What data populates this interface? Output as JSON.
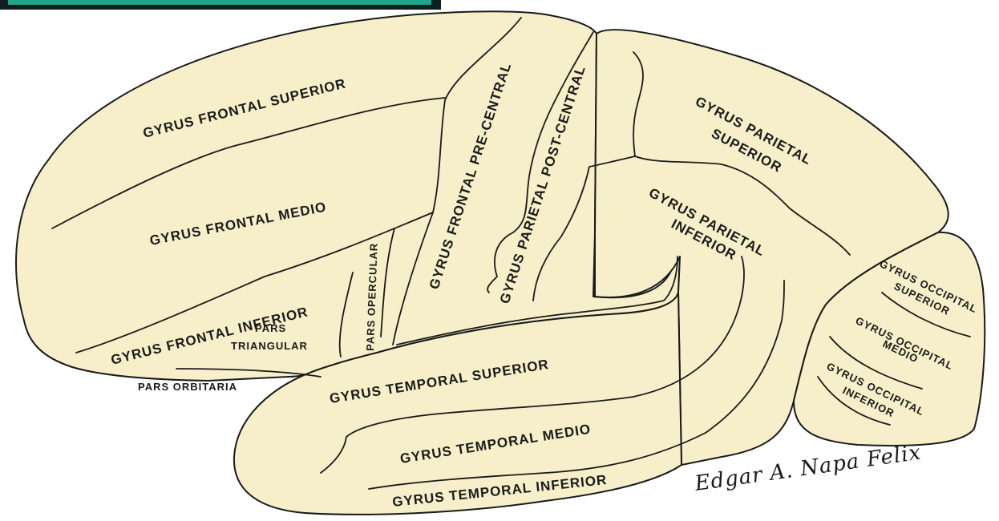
{
  "colors": {
    "lobe_fill": "#f7efc9",
    "outline": "#1a1a1a",
    "header_bar": "#0d1f1f",
    "header_accent": "#1fa58a"
  },
  "labels": {
    "frontal_superior": "GYRUS FRONTAL SUPERIOR",
    "frontal_medio": "GYRUS FRONTAL MEDIO",
    "frontal_inferior": "GYRUS FRONTAL INFERIOR",
    "pars_triangular_1": "PARS",
    "pars_triangular_2": "TRIANGULAR",
    "pars_orbitaria": "PARS ORBITARIA",
    "pars_opercular": "PARS OPERCULAR",
    "frontal_precentral": "GYRUS FRONTAL PRE-CENTRAL",
    "parietal_postcentral": "GYRUS PARIETAL POST-CENTRAL",
    "parietal_superior_1": "GYRUS PARIETAL",
    "parietal_superior_2": "SUPERIOR",
    "parietal_inferior_1": "GYRUS PARIETAL",
    "parietal_inferior_2": "INFERIOR",
    "temporal_superior": "GYRUS TEMPORAL SUPERIOR",
    "temporal_medio": "GYRUS TEMPORAL MEDIO",
    "temporal_inferior": "GYRUS TEMPORAL INFERIOR",
    "occipital_superior_1": "GYRUS OCCIPITAL",
    "occipital_superior_2": "SUPERIOR",
    "occipital_medio_1": "GYRUS OCCIPITAL",
    "occipital_medio_2": "MEDIO",
    "occipital_inferior_1": "GYRUS OCCIPITAL",
    "occipital_inferior_2": "INFERIOR"
  },
  "signature": "Edgar A. Napa Felix"
}
